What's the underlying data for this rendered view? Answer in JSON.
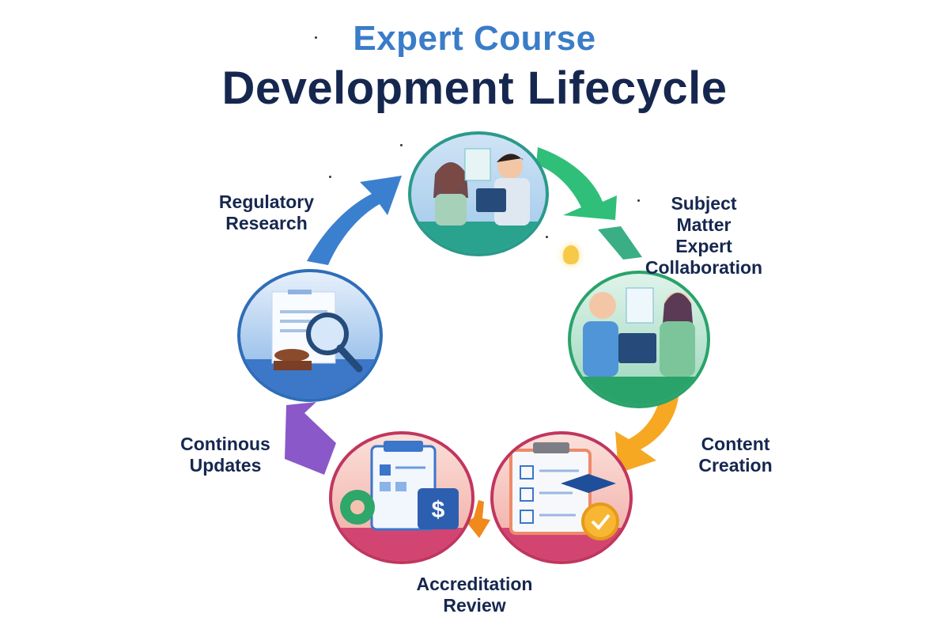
{
  "title": {
    "line1": "Expert Course",
    "line2": "Development Lifecycle"
  },
  "stages": [
    {
      "id": "regulatory-research",
      "label_line1": "Regulatory",
      "label_line2": "Research",
      "icon": "document-magnifier-gavel-icon",
      "ring_color": "#2f6db8"
    },
    {
      "id": "collaboration-top",
      "label_line1": "",
      "label_line2": "",
      "icon": "two-people-laptop-icon",
      "ring_color": "#2a9a8a"
    },
    {
      "id": "subject-matter-expert-collaboration",
      "label_line1": "Subject",
      "label_line2": "Matter",
      "label_line3": "Expert",
      "label_line4": "Collaboration",
      "icon": "two-people-laptop-lightbulb-icon",
      "ring_color": "#2aa36a"
    },
    {
      "id": "content-creation",
      "label_line1": "Content",
      "label_line2": "Creation",
      "icon": "checklist-graduation-cap-icon",
      "ring_color": "#c0365f"
    },
    {
      "id": "accreditation-review",
      "label_line1": "Accreditation",
      "label_line2": "Review",
      "icon": "clipboard-gear-dollar-icon",
      "ring_color": "#c0365f"
    },
    {
      "id": "continous-updates",
      "label_line1": "Continous",
      "label_line2": "Updates",
      "icon": "purple-arrow-icon"
    }
  ],
  "arrows": [
    {
      "from": "regulatory-research",
      "to": "collaboration-top",
      "color": "#3b7fcf"
    },
    {
      "from": "collaboration-top",
      "to": "subject-matter-expert-collaboration",
      "color": "#2fbf78"
    },
    {
      "from": "subject-matter-expert-collaboration",
      "to": "content-creation",
      "color": "#f6a823"
    },
    {
      "from": "content-creation",
      "to": "accreditation-review",
      "color": "#f08a1c"
    },
    {
      "from": "accreditation-review",
      "to": "regulatory-research",
      "color": "#8a58c8"
    }
  ]
}
